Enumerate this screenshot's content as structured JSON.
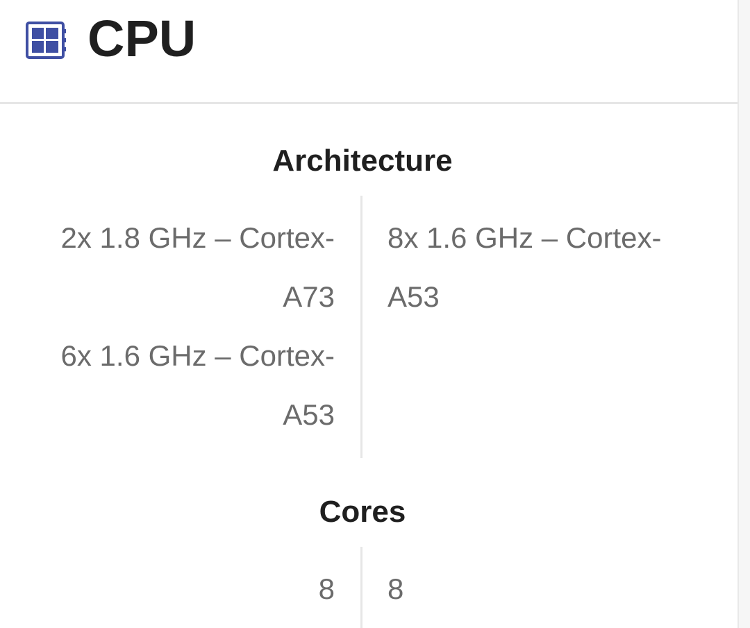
{
  "header": {
    "icon": "cpu-chip-icon",
    "title": "CPU"
  },
  "colors": {
    "icon": "#3f4fa3",
    "title": "#1f1f1f",
    "value": "#6b6b6b",
    "divider": "#e6e6e6"
  },
  "architecture": {
    "title": "Architecture",
    "left": {
      "line1": "2x 1.8 GHz – Cortex-",
      "line2": "A73",
      "line3": "6x 1.6 GHz – Cortex-",
      "line4": "A53"
    },
    "right": {
      "line1": "8x 1.6 GHz – Cortex-",
      "line2": "A53"
    }
  },
  "cores": {
    "title": "Cores",
    "left": "8",
    "right": "8"
  }
}
